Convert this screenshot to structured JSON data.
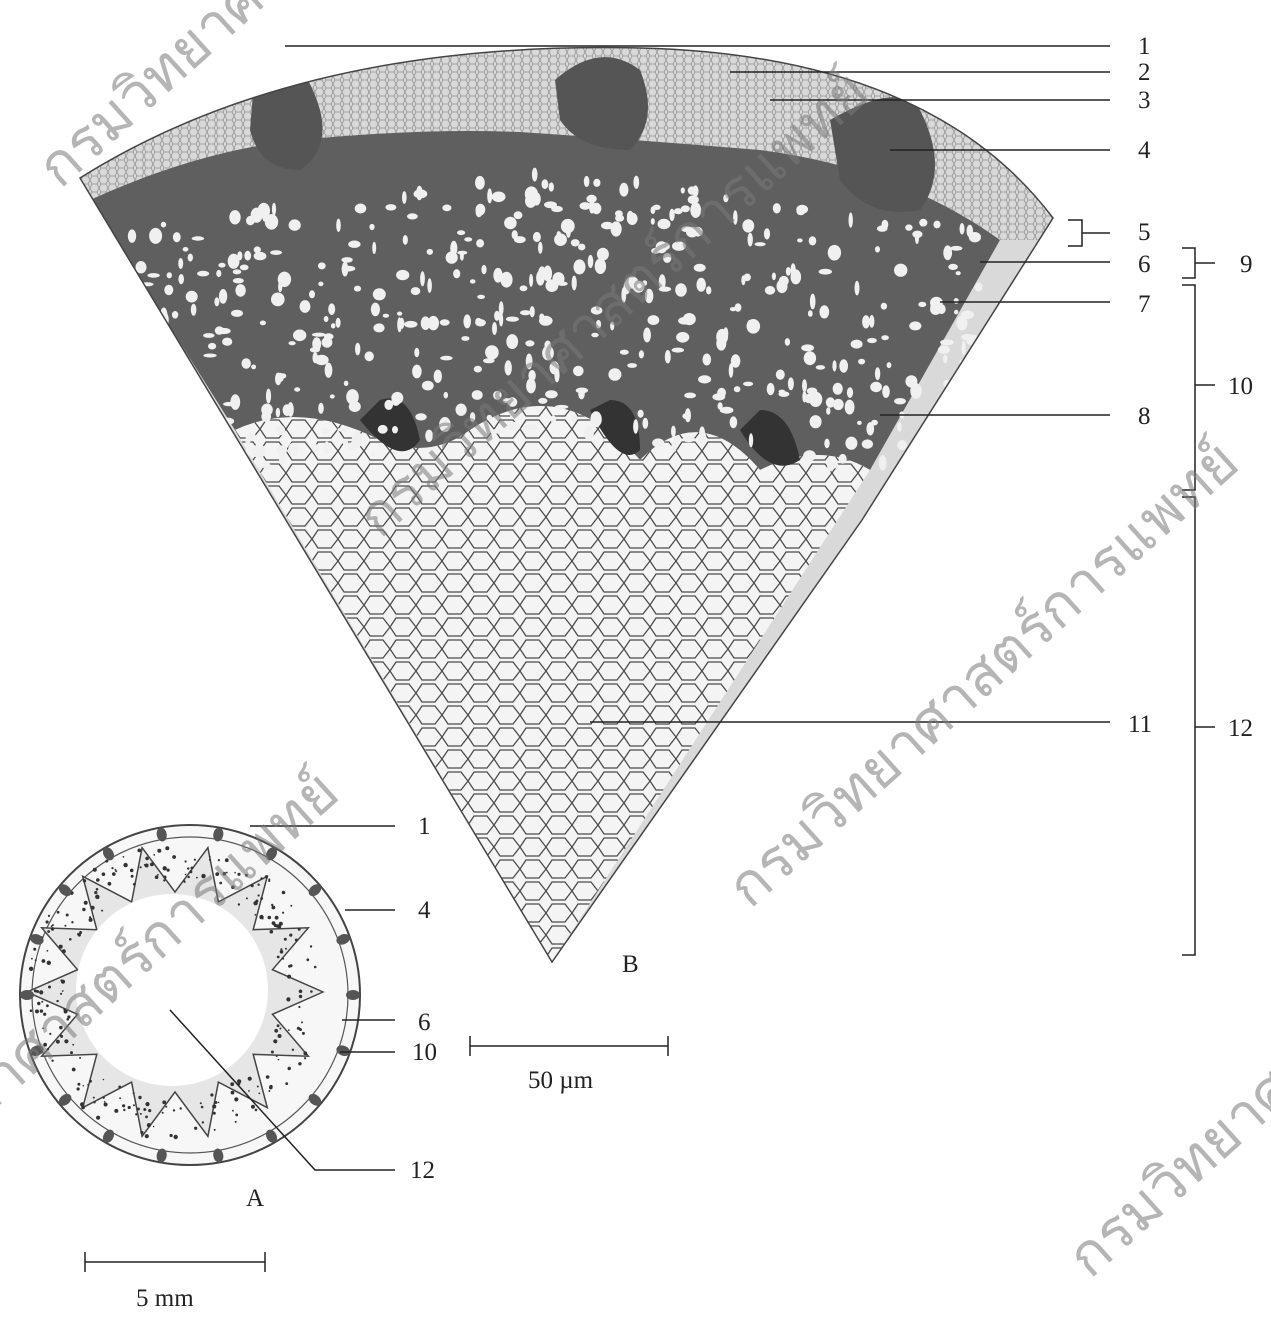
{
  "figure": {
    "panel_a_caption": "A",
    "panel_b_caption": "B",
    "scale_b_label": "50 µm",
    "scale_a_label": "5 mm",
    "labels_b": {
      "n1": "1",
      "n2": "2",
      "n3": "3",
      "n4": "4",
      "n5": "5",
      "n6": "6",
      "n7": "7",
      "n8": "8",
      "n9": "9",
      "n10": "10",
      "n11": "11",
      "n12": "12"
    },
    "labels_a": {
      "n1": "1",
      "n4": "4",
      "n6": "6",
      "n10": "10",
      "n12": "12"
    },
    "watermark": "กรมวิทยาศาสตร์การแพทย์",
    "colors": {
      "tissue_dark": "#5e5e5e",
      "tissue_mid": "#8a8a8a",
      "cell_line": "#3a3a3a",
      "ink": "#222222"
    }
  }
}
